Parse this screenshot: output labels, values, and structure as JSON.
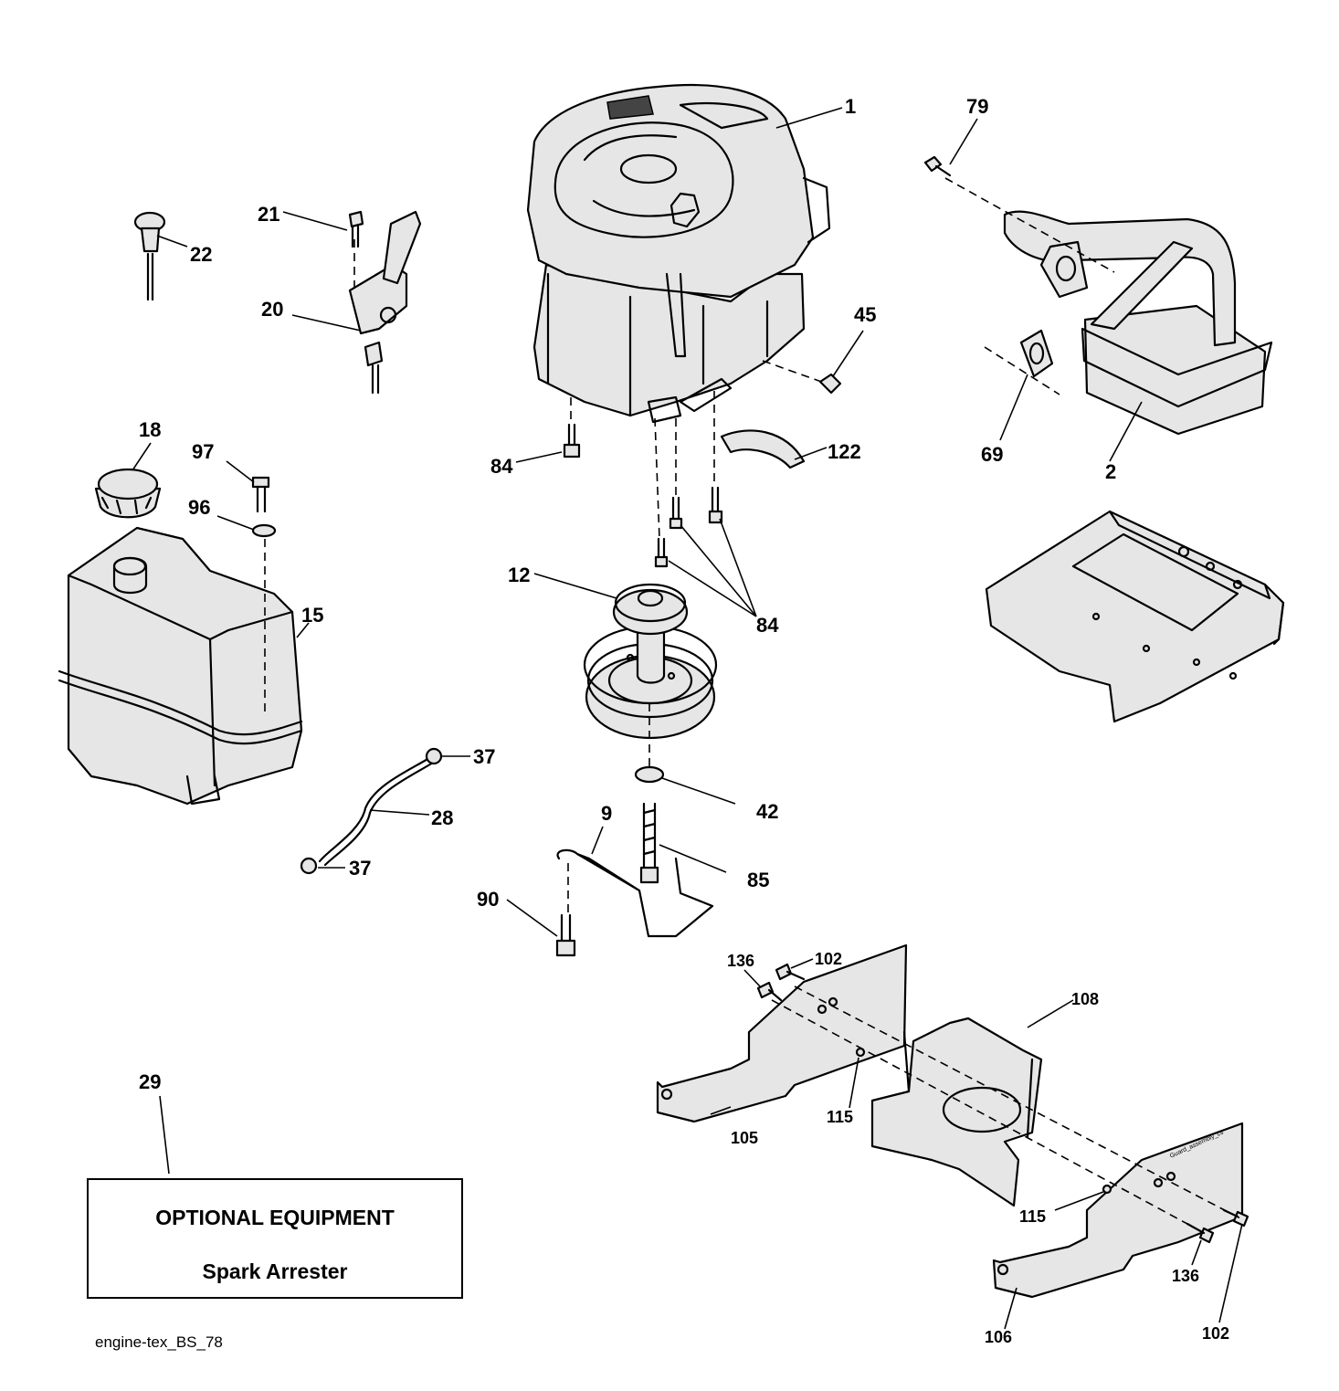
{
  "callouts": {
    "c1": "1",
    "c2": "2",
    "c9": "9",
    "c12": "12",
    "c15": "15",
    "c18": "18",
    "c20": "20",
    "c21": "21",
    "c22": "22",
    "c28": "28",
    "c29": "29",
    "c37a": "37",
    "c37b": "37",
    "c42": "42",
    "c45": "45",
    "c69": "69",
    "c79": "79",
    "c84a": "84",
    "c84b": "84",
    "c85": "85",
    "c90": "90",
    "c96": "96",
    "c97": "97",
    "c102a": "102",
    "c102b": "102",
    "c105": "105",
    "c106": "106",
    "c108": "108",
    "c115a": "115",
    "c115b": "115",
    "c122": "122",
    "c136a": "136",
    "c136b": "136"
  },
  "optional_box": {
    "title": "OPTIONAL EQUIPMENT",
    "item": "Spark Arrester"
  },
  "tiny_label": "Guard_assembly_cs",
  "drawing_id": "engine-tex_BS_78"
}
